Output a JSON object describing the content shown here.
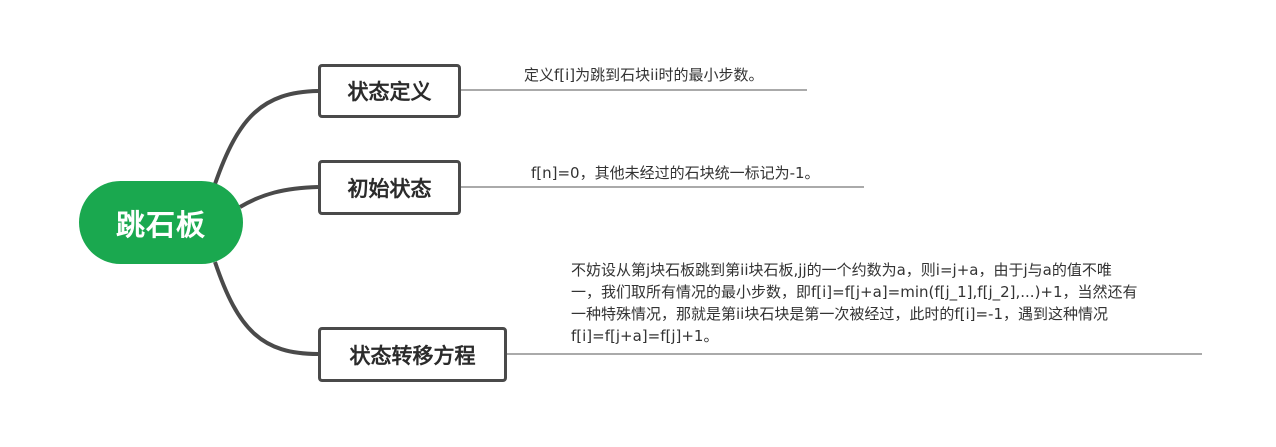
{
  "root": {
    "label": "跳石板"
  },
  "branches": [
    {
      "label": "状态定义",
      "note": "定义f[i]为跳到石块ii时的最小步数。"
    },
    {
      "label": "初始状态",
      "note": "f[n]=0，其他未经过的石块统一标记为-1。"
    },
    {
      "label": "状态转移方程",
      "note_lines": [
        "不妨设从第j块石板跳到第ii块石板,jj的一个约数为a，则i=j+a，由于j与a的值不唯",
        "一，我们取所有情况的最小步数，即f[i]=f[j+a]=min(f[j_1],f[j_2],...)+1，当然还有",
        "一种特殊情况，那就是第ii块石块是第一次被经过，此时的f[i]=-1，遇到这种情况",
        "f[i]=f[j+a]=f[j]+1。"
      ]
    }
  ],
  "colors": {
    "root_fill": "#1aa84f",
    "connector": "#4a4a4a",
    "note_underline": "#555555"
  }
}
